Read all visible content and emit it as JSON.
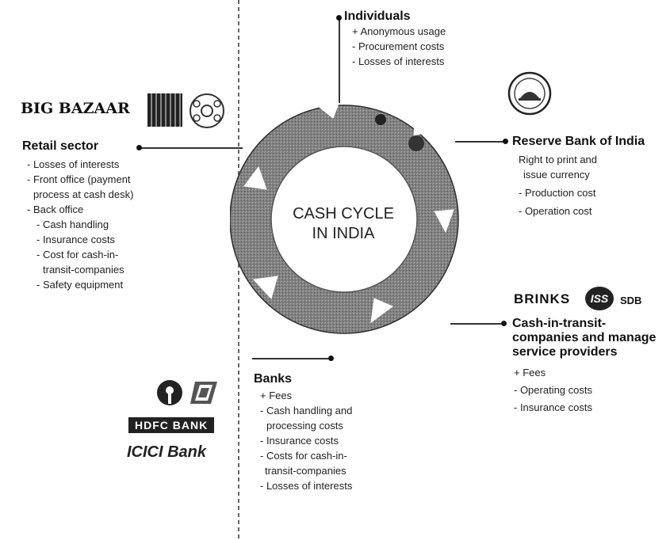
{
  "center": {
    "line1": "CASH CYCLE",
    "line2": "IN INDIA"
  },
  "individuals": {
    "title": "Individuals",
    "items": [
      "+ Anonymous usage",
      "- Procurement costs",
      "- Losses of interests"
    ]
  },
  "retail": {
    "title": "Retail sector",
    "logo_bigbazaar": "BIG BAZAAR",
    "items": [
      "- Losses of interests",
      "- Front office (payment",
      "process at cash desk)",
      "- Back office",
      "- Cash handling",
      "- Insurance costs",
      "- Cost for cash-in-",
      "transit-companies",
      "- Safety equipment"
    ]
  },
  "rbi": {
    "title": "Reserve Bank of India",
    "items": [
      "Right to print and",
      "issue currency",
      "- Production cost",
      "- Operation cost"
    ]
  },
  "cit": {
    "logo_brinks": "BRINKS",
    "logo_iss": "ISS",
    "logo_sdb": "SDB",
    "title_lines": [
      "Cash-in-transit-",
      "companies and manage",
      "service providers"
    ],
    "items": [
      "+ Fees",
      "- Operating costs",
      "- Insurance costs"
    ]
  },
  "banks": {
    "title": "Banks",
    "logo_hdfc": "HDFC BANK",
    "logo_icici": "ICICI Bank",
    "items": [
      "+ Fees",
      "- Cash handling and",
      "processing costs",
      "- Insurance costs",
      "- Costs for cash-in-",
      "transit-companies",
      "- Losses of interests"
    ]
  },
  "colors": {
    "ring": "#7a7a7a",
    "ring_dark": "#4a4a4a",
    "text": "#111111"
  }
}
